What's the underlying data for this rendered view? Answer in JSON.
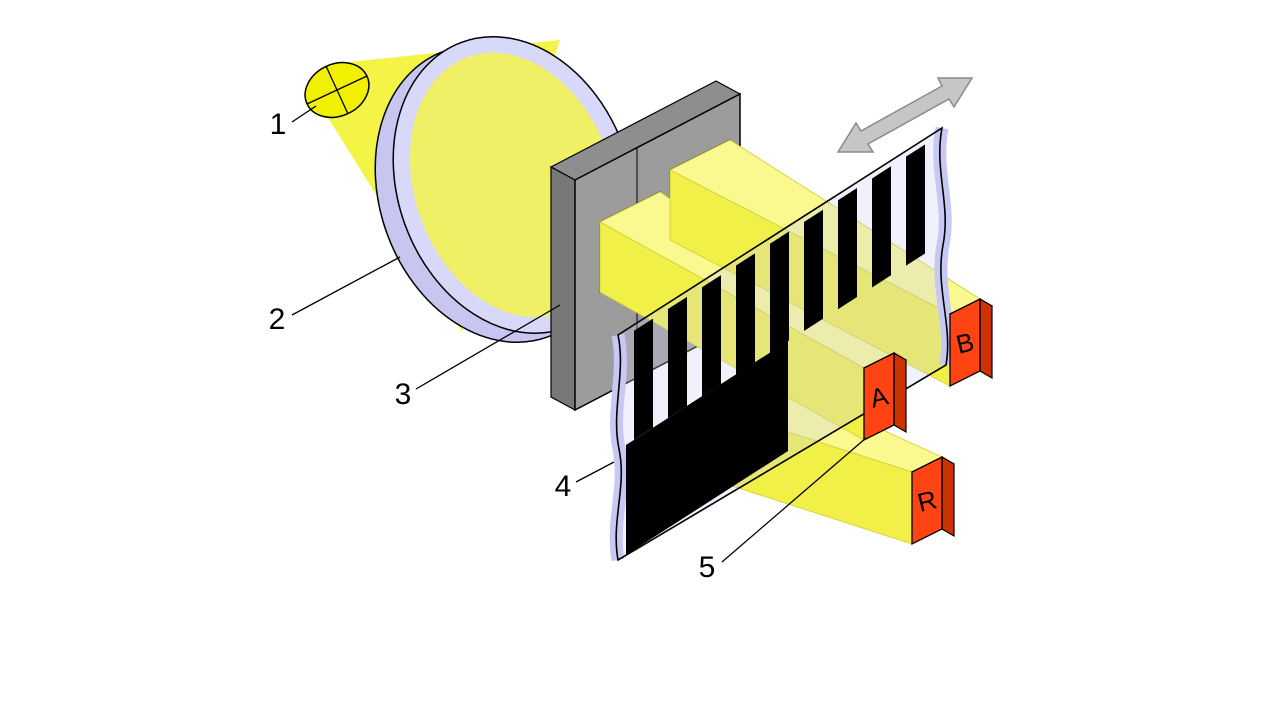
{
  "figure": {
    "type": "optical-encoder-diagram",
    "callouts": [
      {
        "number": "1"
      },
      {
        "number": "2"
      },
      {
        "number": "3"
      },
      {
        "number": "4"
      },
      {
        "number": "5"
      }
    ],
    "detectors": [
      {
        "label": "A"
      },
      {
        "label": "B"
      },
      {
        "label": "R"
      }
    ],
    "scale": {
      "stripe_count": 9
    },
    "colors": {
      "background": "#ffffff",
      "bulb": "#f0f000",
      "cone": "#f4f447",
      "lens_back": "#c6c6f0",
      "lens_rim": "#d8d8f8",
      "lens_light": "#f0f066",
      "mask_face": "#9c9c9c",
      "mask_side": "#787878",
      "mask_top": "#8e8e8e",
      "window_light": "#f0f060",
      "beam": "#f0f048",
      "beam_top": "#f9f990",
      "scale_edge": "#c8c8f4",
      "stripe": "#000000",
      "detector_front": "#ff4414",
      "detector_top": "#ff7744",
      "detector_side": "#cc3300",
      "arrow": "#c6c6c6"
    }
  }
}
